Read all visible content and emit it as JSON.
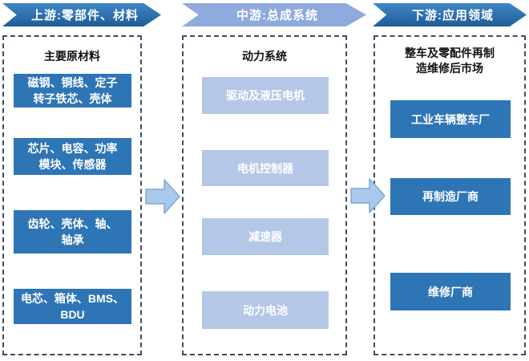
{
  "diagram": {
    "colors": {
      "dark_blue": "#2E75B6",
      "header_dark_top": "#3F87C5",
      "header_dark_bottom": "#1F5C99",
      "light_blue_header": "#8FAADC",
      "light_blue_box": "#B4C7E7",
      "arrow_fill": "#A9C9EC",
      "arrow_border": "#7FA8D4",
      "dashed_border": "#3D4C63"
    },
    "columns": [
      {
        "header": "上游:零部件、材料",
        "title": "主要原材料",
        "boxes": [
          "磁钢、铜线、定子\n转子铁芯、壳体",
          "芯片、电容、功率\n模块、传感器",
          "齿轮、壳体、轴、\n轴承",
          "电芯、箱体、BMS、\nBDU"
        ]
      },
      {
        "header": "中游:总成系统",
        "title": "动力系统",
        "boxes": [
          "驱动及液压电机",
          "电机控制器",
          "减速器",
          "动力电池"
        ]
      },
      {
        "header": "下游:应用领域",
        "title": "整车及零配件再制\n造维修后市场",
        "boxes": [
          "工业车辆整车厂",
          "再制造厂商",
          "维修厂商"
        ]
      }
    ]
  }
}
